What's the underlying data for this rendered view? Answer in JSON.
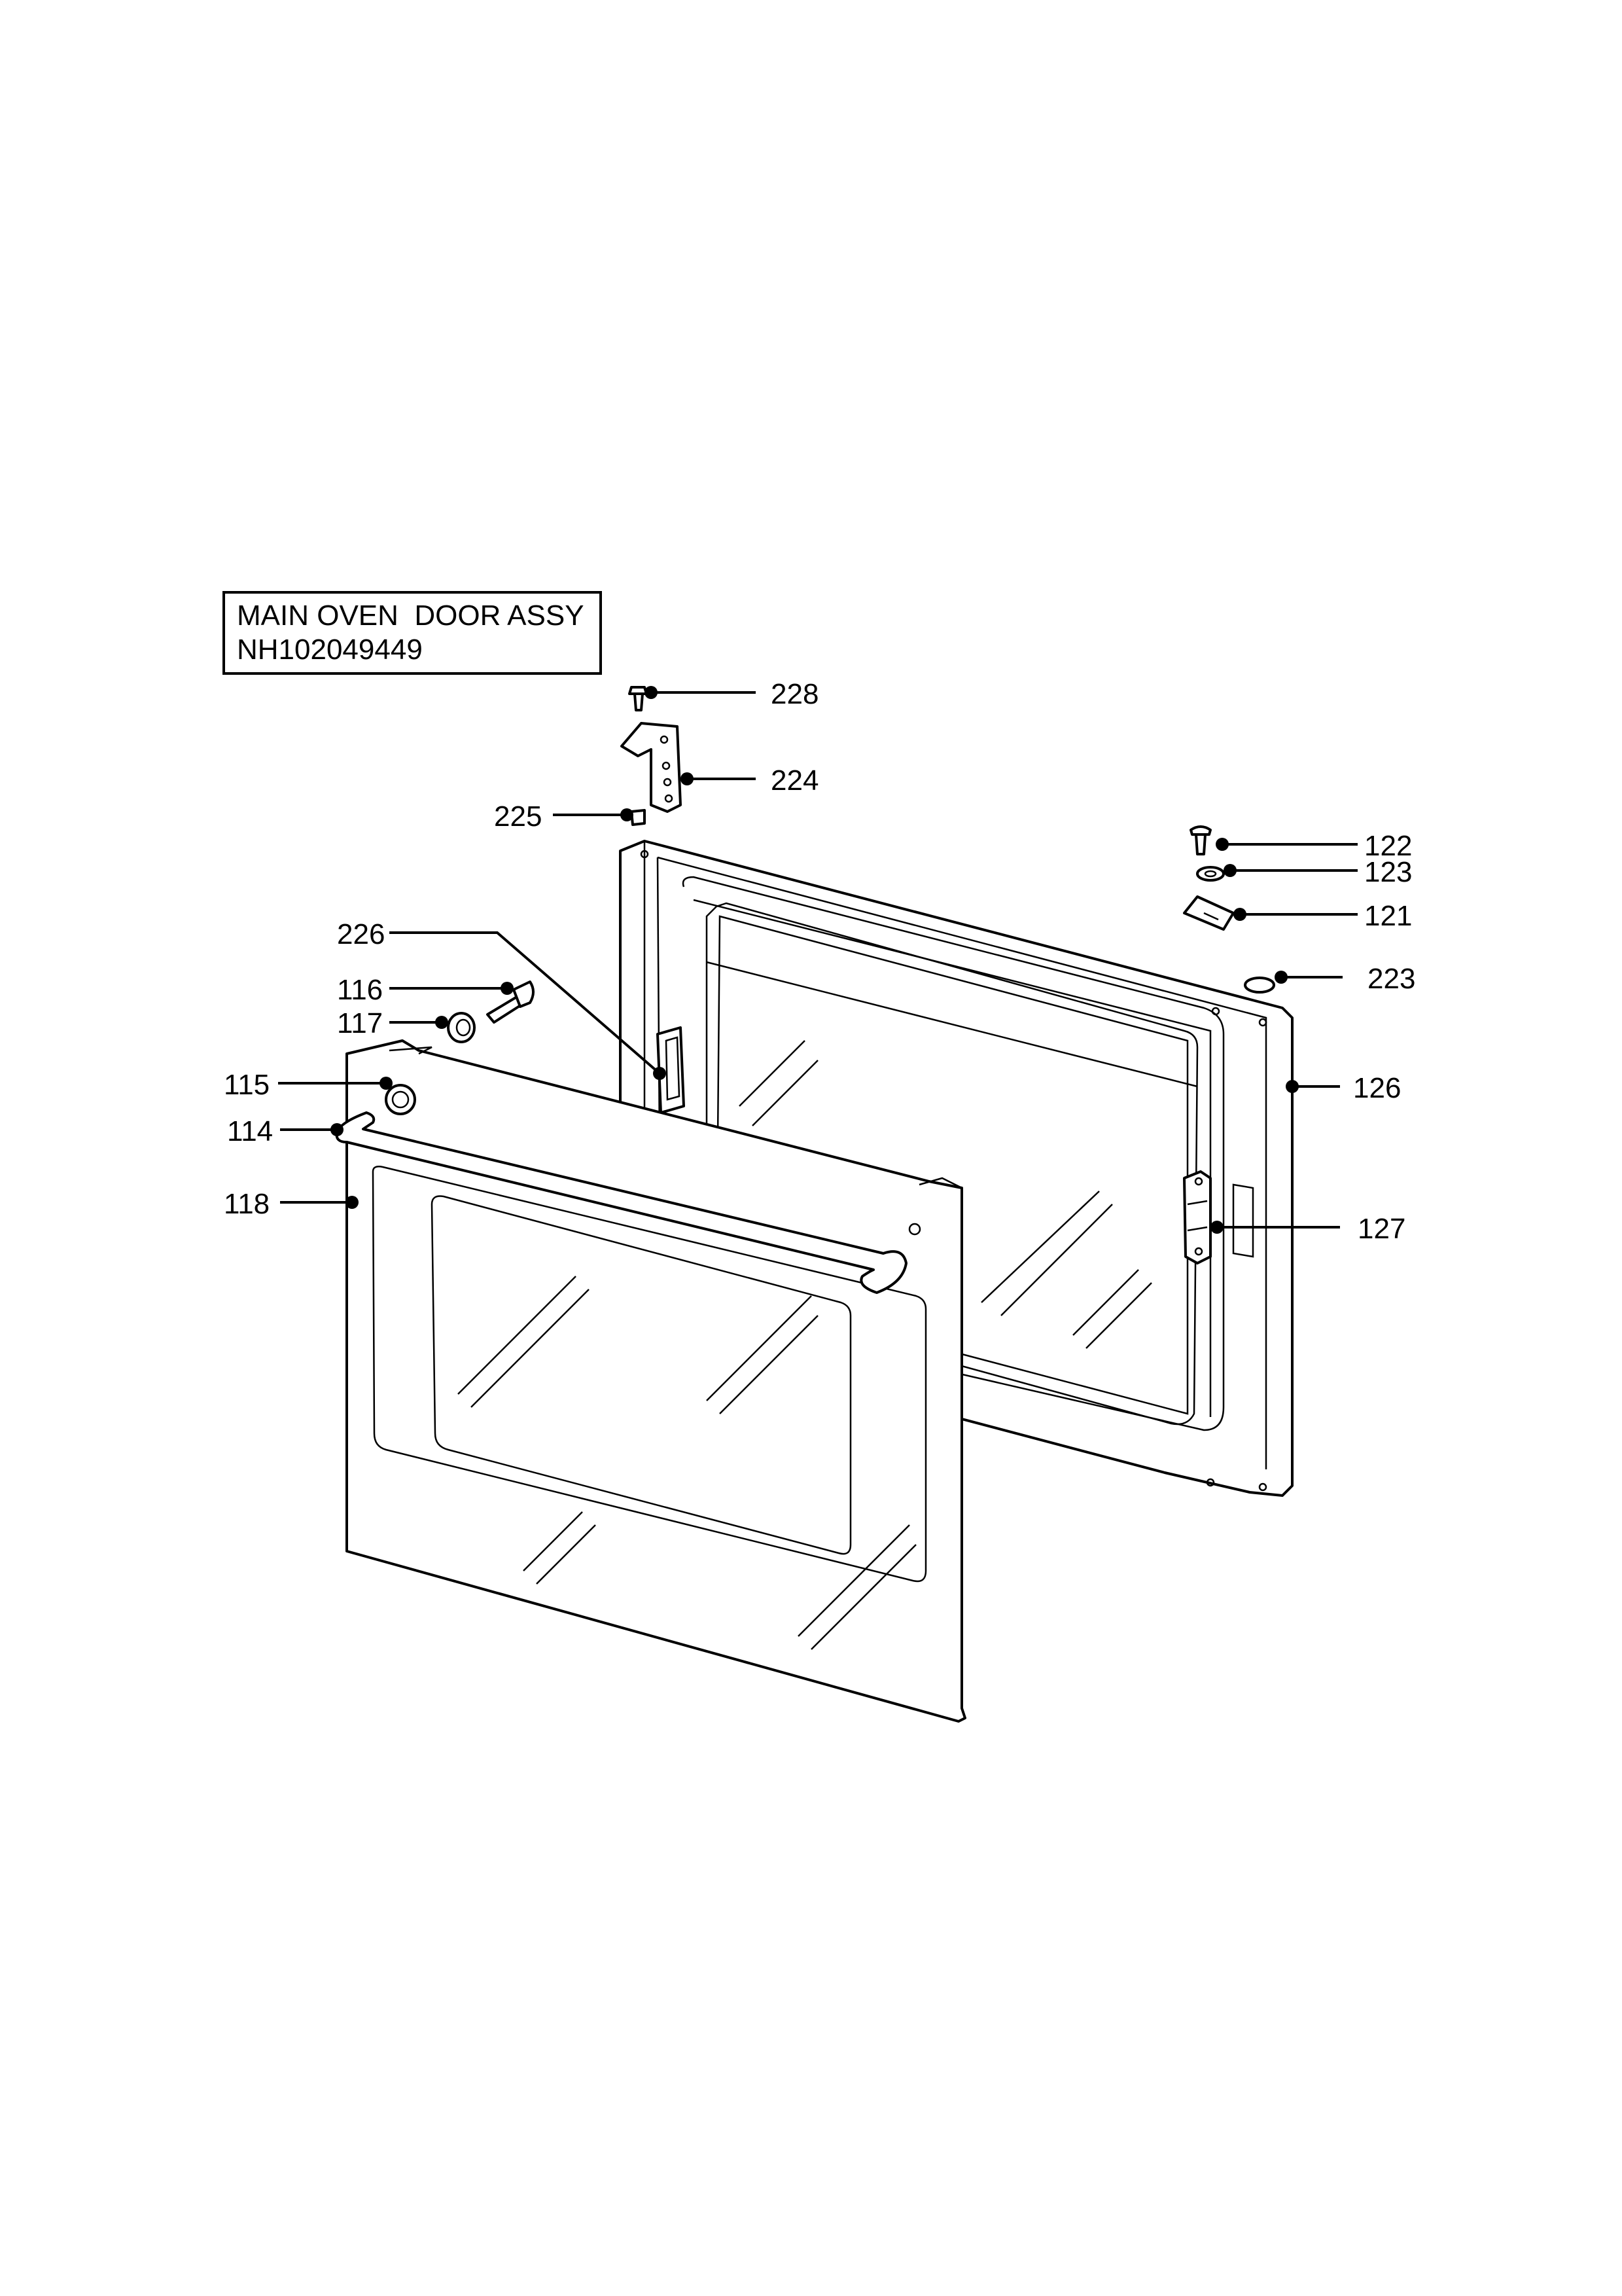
{
  "title": {
    "line1": "MAIN OVEN  DOOR ASSY",
    "line2": "NH102049449"
  },
  "callouts": {
    "c228": "228",
    "c224": "224",
    "c225": "225",
    "c226": "226",
    "c116": "116",
    "c117": "117",
    "c115": "115",
    "c114": "114",
    "c118": "118",
    "c122": "122",
    "c123": "123",
    "c121": "121",
    "c223": "223",
    "c126": "126",
    "c127": "127"
  }
}
